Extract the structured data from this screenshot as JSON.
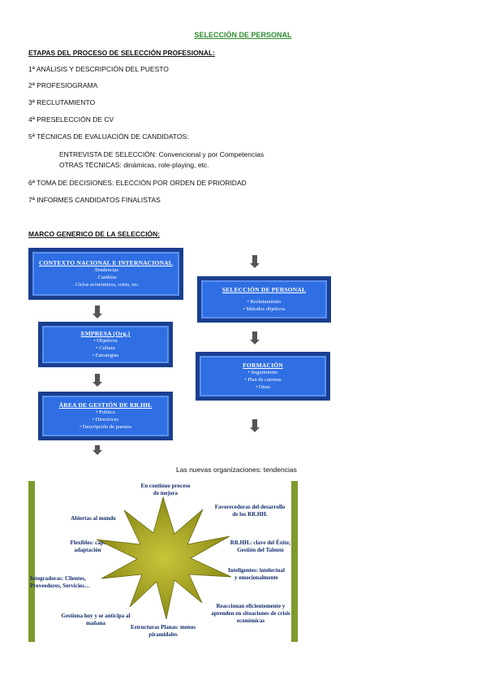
{
  "title": "SELECCIÓN DE PERSONAL",
  "stages_heading": "ETAPAS DEL PROCESO DE SELECCIÓN PROFESIONAL:",
  "steps": [
    "1ª ANÁLISIS Y DESCRIPCIÓN DEL PUESTO",
    "2ª PROFESIOGRAMA",
    "3ª RECLUTAMIENTO",
    "4ª PRESELECCIÓN DE CV",
    "5ª TÉCNICAS DE EVALUACIÓN DE CANDIDATOS:"
  ],
  "substeps": [
    "ENTREVISTA DE SELECCIÓN: Convencional y por Competencias",
    "OTRAS TÉCNICAS: dinámicas, role-playing, etc."
  ],
  "steps_after": [
    "6ª TOMA DE DECISIONES: ELECCIÓN POR ORDEN DE PRIORIDAD",
    "7ª INFORMES CANDIDATOS FINALISTAS"
  ],
  "framework_heading": "MARCO GENERICO DE LA SELECCIÓN:",
  "flow": {
    "contexto": {
      "title": "CONTEXTO NACIONAL E INTERNACIONAL",
      "items": [
        ".Tendencias",
        ". Cambios",
        ". Ciclos económicos, crisis, etc."
      ]
    },
    "empresa": {
      "title": "EMPRESA (Org.)",
      "items": [
        "• Objetivos",
        "• Cultura",
        "• Estrategias"
      ]
    },
    "area": {
      "title": "ÁREA DE GESTIÓN DE RR.HH.",
      "items": [
        "• Política",
        "• Directrices",
        "• Descripción de puestos"
      ]
    },
    "seleccion": {
      "title": "SELECCIÓN DE PERSONAL",
      "items": [
        "• Reclutamiento",
        "• Métodos objetivos"
      ]
    },
    "formacion": {
      "title": "FORMACIÓN",
      "items": [
        "• Seguimiento",
        "• Plan de carreras",
        "• Otras"
      ]
    }
  },
  "trends_caption": "Las nuevas organizaciones: tendencias",
  "star_labels": {
    "top": "En continuo proceso de mejora",
    "top_right": "Favorecedoras del desarrollo de los RR.HH.",
    "right1": "RR.HH.: clave del Éxito; Gestión del Talento",
    "right2": "Inteligentes: intelectual y emocionalmente",
    "bottom_right": "Reaccionan eficientemente y aprenden en situaciones de crisis económicas",
    "bottom": "Estructuras Planas: menos piramidales",
    "bottom_left": "Gestiona hoy y se anticipa al mañana",
    "left_integ": "Integradoras: Clientes, Proveedores, Servicios…",
    "left_flex": "Flexibles: cap. adaptación",
    "top_left": "Abiertas al mundo"
  },
  "colors": {
    "title_green": "#2e8b2e",
    "box_blue": "#2f6fe3",
    "star_olive": "#b5b32a"
  }
}
